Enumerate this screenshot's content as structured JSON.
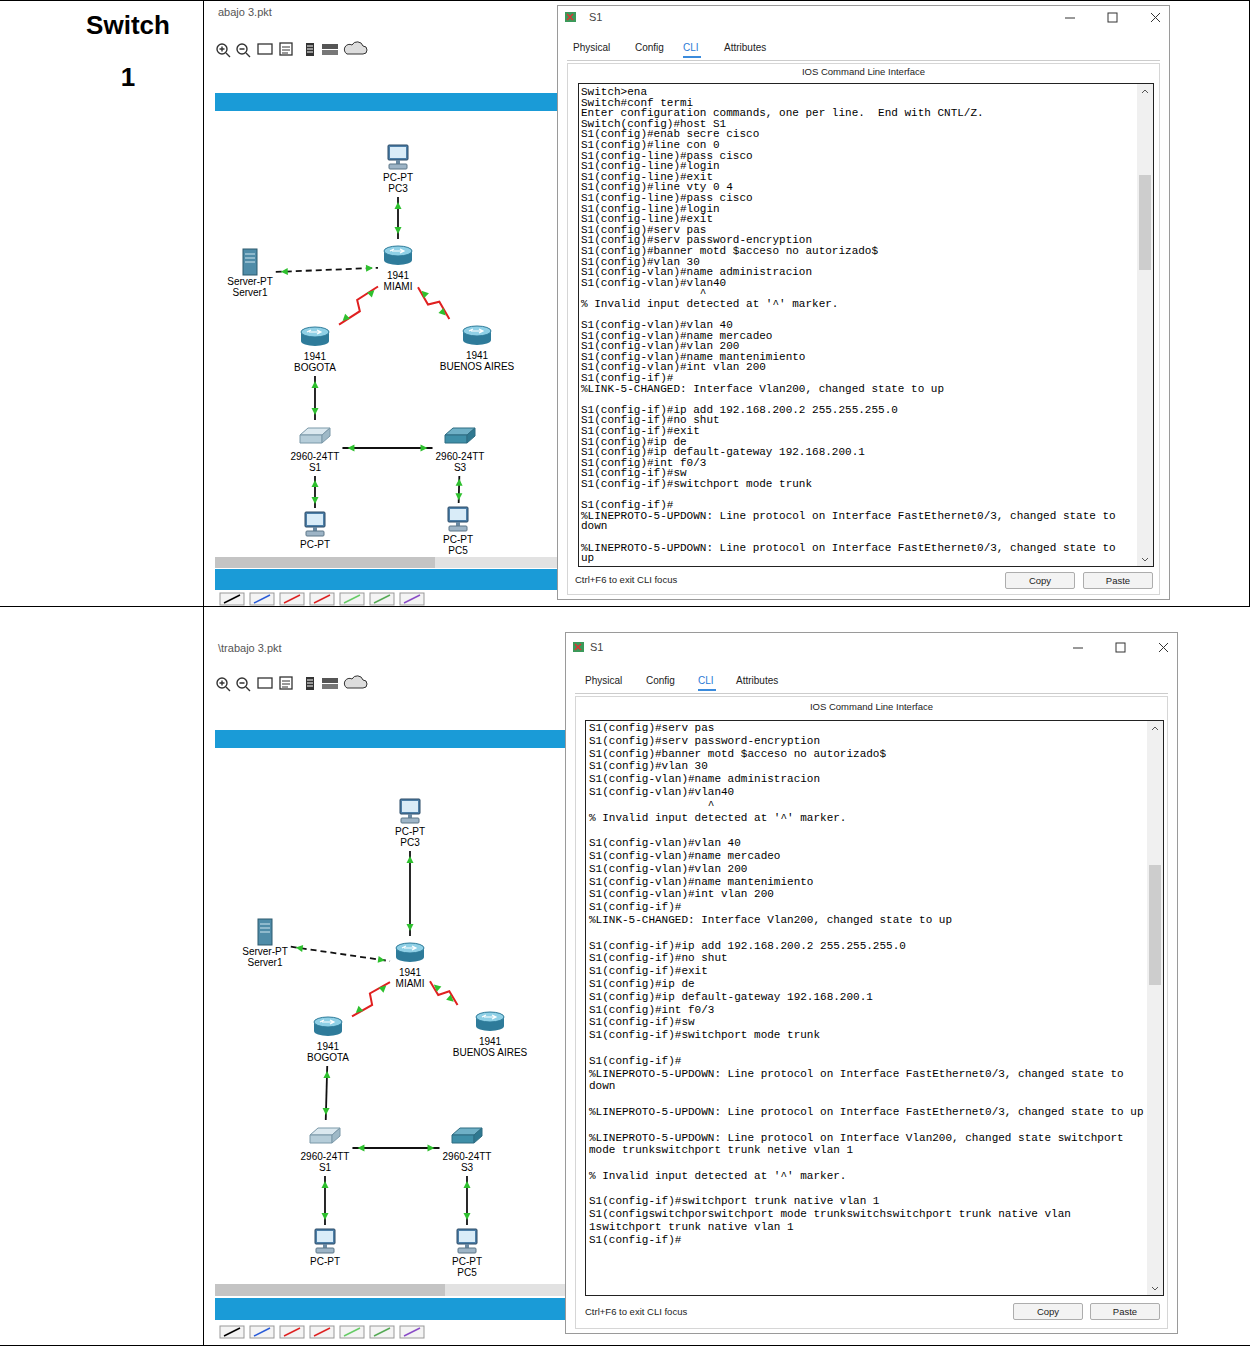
{
  "diagram": {
    "nodes": [
      {
        "text": [
          "Switch",
          "1"
        ]
      },
      {
        "text": [
          "abajo 3.pkt"
        ]
      },
      {
        "text": [
          "PC-PT",
          "PC3"
        ],
        "in": 1
      },
      {
        "text": [
          "Server-PT",
          "Server1"
        ],
        "in": 1
      },
      {
        "text": [
          "1941",
          "MIAMI"
        ],
        "in": 1
      },
      {
        "text": [
          "1941",
          "BOGOTA"
        ],
        "in": 1
      },
      {
        "text": [
          "1941",
          "BUENOS AIRES"
        ],
        "in": 1
      },
      {
        "text": [
          "2960-24TT",
          "S1"
        ],
        "in": 1
      },
      {
        "text": [
          "2960-24TT",
          "S3"
        ],
        "in": 1
      },
      {
        "text": [
          "PC-PT"
        ],
        "in": 1
      },
      {
        "text": [
          "PC-PT",
          "PC5"
        ],
        "in": 1
      },
      {
        "text": [
          "S1",
          "Physical",
          "Config",
          "CLI",
          "Attributes",
          "IOS Command Line Interface",
          "Ctrl+F6 to exit CLI focus"
        ]
      },
      {
        "text": [
          "Switch>ena",
          "Switch#conf termi",
          "Enter configuration commands, one per line.  End with CNTL/Z.",
          "Switch(config)#host S1",
          "S1(config)#enab secre cisco",
          "S1(config)#line con 0",
          "S1(config-line)#pass cisco",
          "S1(config-line)#login",
          "S1(config-line)#exit",
          "S1(config)#line vty 0 4",
          "S1(config-line)#pass cisco",
          "S1(config-line)#login",
          "S1(config-line)#exit",
          "S1(config)#serv pas",
          "S1(config)#serv password-encryption",
          "S1(config)#banner motd $acceso no autorizado$",
          "S1(config)#vlan 30",
          "S1(config-vlan)#name administracion",
          "S1(config-vlan)#vlan40",
          "^",
          "% Invalid input detected at '^' marker.",
          "S1(config-vlan)#vlan 40",
          "S1(config-vlan)#name mercadeo",
          "S1(config-vlan)#vlan 200",
          "S1(config-vlan)#name mantenimiento",
          "S1(config-vlan)#int vlan 200",
          "S1(config-if)#",
          "%LINK-5-CHANGED: Interface Vlan200, changed state to up",
          "S1(config-if)#ip add 192.168.200.2 255.255.255.0",
          "S1(config-if)#no shut",
          "S1(config-if)#exit",
          "S1(config)#ip de",
          "S1(config)#ip default-gateway 192.168.200.1",
          "S1(config)#int f0/3",
          "S1(config-if)#sw",
          "S1(config-if)#switchport mode trunk",
          "S1(config-if)#",
          "%LINEPROTO-5-UPDOWN: Line protocol on Interface FastEthernet0/3, changed state to down",
          "%LINEPROTO-5-UPDOWN: Line protocol on Interface FastEthernet0/3, changed state to up"
        ],
        "in": 11
      },
      {
        "text": [
          "Copy"
        ],
        "in": 11
      },
      {
        "text": [
          "Paste"
        ],
        "in": 11
      },
      {
        "text": [
          "\\trabajo 3.pkt"
        ]
      },
      {
        "text": [
          "PC-PT",
          "PC3"
        ],
        "in": 15
      },
      {
        "text": [
          "Server-PT",
          "Server1"
        ],
        "in": 15
      },
      {
        "text": [
          "1941",
          "MIAMI"
        ],
        "in": 15
      },
      {
        "text": [
          "1941",
          "BOGOTA"
        ],
        "in": 15
      },
      {
        "text": [
          "1941",
          "BUENOS AIRES"
        ],
        "in": 15
      },
      {
        "text": [
          "2960-24TT",
          "S1"
        ],
        "in": 15
      },
      {
        "text": [
          "2960-24TT",
          "S3"
        ],
        "in": 15
      },
      {
        "text": [
          "PC-PT"
        ],
        "in": 15
      },
      {
        "text": [
          "PC-PT",
          "PC5"
        ],
        "in": 15
      },
      {
        "text": [
          "S1",
          "Physical",
          "Config",
          "CLI",
          "Attributes",
          "IOS Command Line Interface",
          "Ctrl+F6 to exit CLI focus"
        ]
      },
      {
        "text": [
          "S1(config)#serv pas",
          "S1(config)#serv password-encryption",
          "S1(config)#banner motd $acceso no autorizado$",
          "S1(config)#vlan 30",
          "S1(config-vlan)#name administracion",
          "S1(config-vlan)#vlan40",
          "^",
          "% Invalid input detected at '^' marker.",
          "S1(config-vlan)#vlan 40",
          "S1(config-vlan)#name mercadeo",
          "S1(config-vlan)#vlan 200",
          "S1(config-vlan)#name mantenimiento",
          "S1(config-vlan)#int vlan 200",
          "S1(config-if)#",
          "%LINK-5-CHANGED: Interface Vlan200, changed state to up",
          "S1(config-if)#ip add 192.168.200.2 255.255.255.0",
          "S1(config-if)#no shut",
          "S1(config-if)#exit",
          "S1(config)#ip de",
          "S1(config)#ip default-gateway 192.168.200.1",
          "S1(config)#int f0/3",
          "S1(config-if)#sw",
          "S1(config-if)#switchport mode trunk",
          "S1(config-if)#",
          "%LINEPROTO-5-UPDOWN: Line protocol on Interface FastEthernet0/3, changed state to down",
          "%LINEPROTO-5-UPDOWN: Line protocol on Interface FastEthernet0/3, changed state to up",
          "%LINEPROTO-5-UPDOWN: Line protocol on Interface Vlan200, changed state switchport mode trunkswitchport trunk netive vlan 1",
          "% Invalid input detected at '^' marker.",
          "S1(config-if)#switchport trunk native vlan 1",
          "S1(configswitchporswitchport mode trunkswitchswitchport trunk native vlan 1switchport trunk native vlan 1",
          "S1(config-if)#"
        ],
        "in": 25
      },
      {
        "text": [
          "Copy"
        ],
        "in": 25
      },
      {
        "text": [
          "Paste"
        ],
        "in": 25
      }
    ],
    "edges": [
      {
        "from": 2,
        "to": 4,
        "arrow": "none"
      },
      {
        "from": 3,
        "to": 4,
        "arrow": "none"
      },
      {
        "from": 4,
        "to": 5,
        "arrow": "none"
      },
      {
        "from": 4,
        "to": 6,
        "arrow": "none"
      },
      {
        "from": 5,
        "to": 7,
        "arrow": "none"
      },
      {
        "from": 7,
        "to": 8,
        "arrow": "none"
      },
      {
        "from": 7,
        "to": 9,
        "arrow": "none"
      },
      {
        "from": 8,
        "to": 10,
        "arrow": "none"
      },
      {
        "from": 16,
        "to": 18,
        "arrow": "none"
      },
      {
        "from": 17,
        "to": 18,
        "arrow": "none"
      },
      {
        "from": 18,
        "to": 19,
        "arrow": "none"
      },
      {
        "from": 18,
        "to": 20,
        "arrow": "none"
      },
      {
        "from": 19,
        "to": 21,
        "arrow": "none"
      },
      {
        "from": 21,
        "to": 22,
        "arrow": "none"
      },
      {
        "from": 21,
        "to": 23,
        "arrow": "none"
      },
      {
        "from": 22,
        "to": 24,
        "arrow": "none"
      }
    ]
  }
}
